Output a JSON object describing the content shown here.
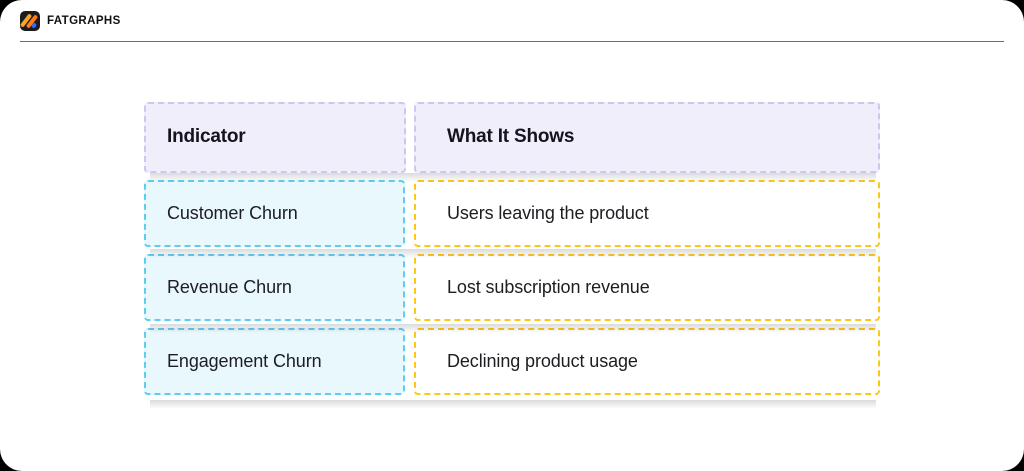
{
  "brand": {
    "name": "FATGRAPHS",
    "logo_icon": "fatgraphs-logo-icon",
    "colors": {
      "logo_background": "#1b1b1f",
      "logo_stripe_amber": "#f5a623",
      "logo_stripe_orange": "#ff7a1a",
      "logo_stripe_blue": "#2f6bff"
    }
  },
  "divider": {
    "color": "#6e6e73"
  },
  "table": {
    "columns": [
      {
        "header": "Indicator",
        "key": "indicator"
      },
      {
        "header": "What It Shows",
        "key": "what_it_shows"
      }
    ],
    "rows": [
      {
        "indicator": "Customer Churn",
        "what_it_shows": "Users leaving the product"
      },
      {
        "indicator": "Revenue Churn",
        "what_it_shows": "Lost subscription revenue"
      },
      {
        "indicator": "Engagement Churn",
        "what_it_shows": "Declining product usage"
      }
    ],
    "styles": {
      "header_background": "#f0eefb",
      "header_border": "#cdc6ee",
      "left_cell_background": "#e9f8fd",
      "left_cell_border": "#5ecdf2",
      "right_cell_background": "#ffffff",
      "right_cell_border": "#fbc718",
      "text_color": "#1d1d22"
    }
  },
  "page": {
    "background": "#ffffff"
  }
}
